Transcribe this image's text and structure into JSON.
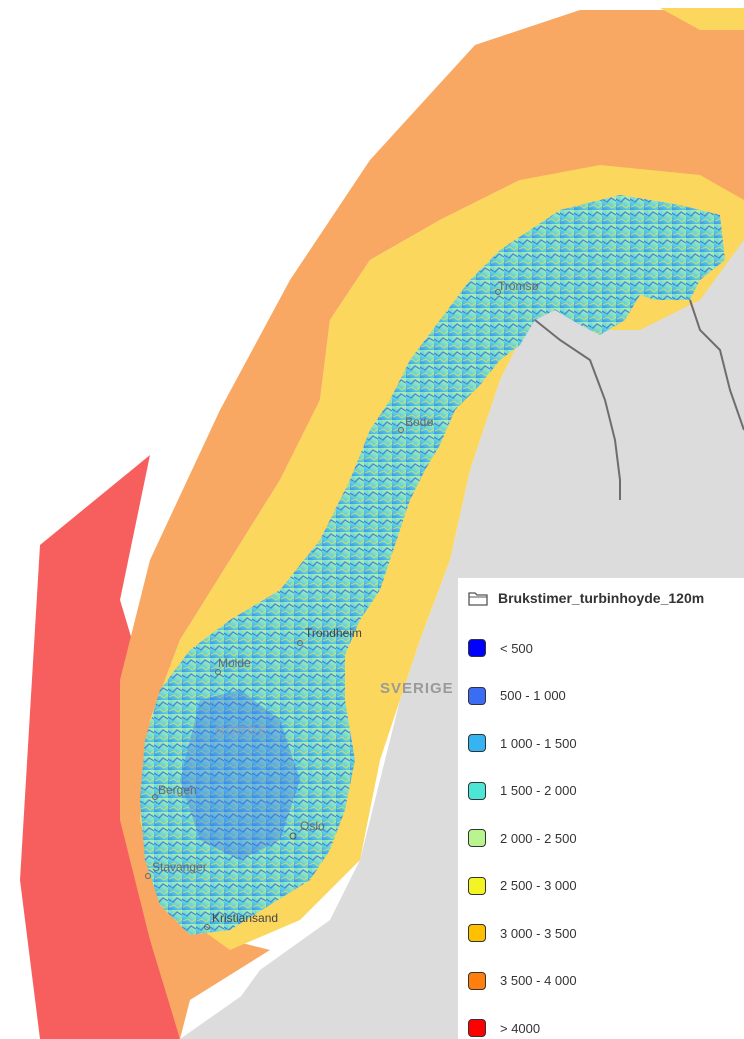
{
  "map": {
    "cities": [
      {
        "name": "Tromsø",
        "label": "Tromsø"
      },
      {
        "name": "Bodø",
        "label": "Bodø"
      },
      {
        "name": "Trondheim",
        "label": "Trondheim"
      },
      {
        "name": "Molde",
        "label": "Molde"
      },
      {
        "name": "Bergen",
        "label": "Bergen"
      },
      {
        "name": "Oslo",
        "label": "Oslo"
      },
      {
        "name": "Stavanger",
        "label": "Stavanger"
      },
      {
        "name": "Kristiansand",
        "label": "Kristiansand"
      }
    ],
    "countries": {
      "sweden": "SVERIGE",
      "norway": "NORGE"
    }
  },
  "legend": {
    "title": "Brukstimer_turbinhoyde_120m",
    "icon": "folder-icon",
    "items": [
      {
        "label": "< 500",
        "color": "#0000ff"
      },
      {
        "label": "500 - 1 000",
        "color": "#3a6cf4"
      },
      {
        "label": "1 000 - 1 500",
        "color": "#36b4f2"
      },
      {
        "label": "1 500 - 2 000",
        "color": "#4de6d6"
      },
      {
        "label": "2 000 - 2 500",
        "color": "#b8f58f"
      },
      {
        "label": "2 500 - 3 000",
        "color": "#f2f523"
      },
      {
        "label": "3 000 - 3 500",
        "color": "#ffc000"
      },
      {
        "label": "3 500 - 4 000",
        "color": "#ff7f0e"
      },
      {
        "label": "> 4000",
        "color": "#ff0000"
      }
    ]
  },
  "colors": {
    "sea": "#ffffff",
    "land": "#dcdcdc",
    "zone_outer_red": "#f75f5f",
    "zone_orange": "#f8a862",
    "zone_yellow": "#fbd75e",
    "border": "#6d6d6d"
  }
}
